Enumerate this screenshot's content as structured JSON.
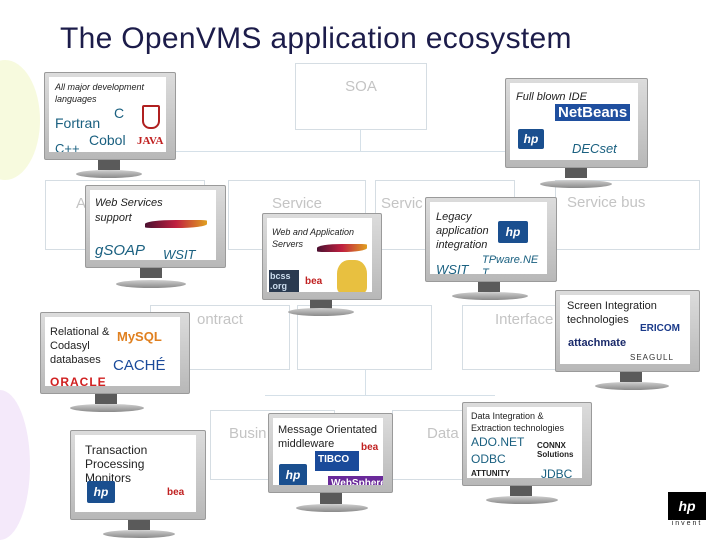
{
  "title": "The OpenVMS application ecosystem",
  "background_chart": {
    "soa": "SOA",
    "row1": [
      "A",
      "Service",
      "Servic",
      "Service bus"
    ],
    "row2": [
      "ontract",
      "Interface"
    ],
    "row3": [
      "Busin",
      "Data"
    ]
  },
  "monitors": {
    "languages": {
      "caption": "All major development languages",
      "items": [
        "C",
        "Fortran",
        "Cobol",
        "C++"
      ],
      "logo": "JAVA"
    },
    "ide": {
      "caption": "Full blown IDE",
      "logo": "NetBeans",
      "hp": "hp",
      "product": "DECset"
    },
    "web_services": {
      "caption": "Web Services support",
      "items": [
        "gSOAP",
        "WSIT"
      ]
    },
    "app_servers": {
      "caption": "Web and Application Servers",
      "logos": [
        "bcss .org",
        "bea"
      ]
    },
    "legacy": {
      "caption": "Legacy application integration",
      "hp": "hp",
      "items": [
        "WSIT",
        "TPware.NE T"
      ]
    },
    "screen": {
      "caption": "Screen Integration technologies",
      "logos": [
        "ERICOM",
        "attachmate",
        "SEAGULL"
      ]
    },
    "databases": {
      "caption": "Relational & Codasyl databases",
      "logos": [
        "MySQL",
        "CACHÉ",
        "ORACLE"
      ]
    },
    "tp": {
      "caption": "Transaction Processing Monitors",
      "hp": "hp",
      "logo": "bea"
    },
    "mom": {
      "caption": "Message Orientated middleware",
      "logos": [
        "bea",
        "TIBCO",
        "WebSphere"
      ],
      "hp": "hp"
    },
    "data": {
      "caption": "Data Integration & Extraction technologies",
      "items": [
        "ADO.NET",
        "ODBC",
        "JDBC"
      ],
      "logos": [
        "CONNX Solutions",
        "ATTUNITY"
      ]
    }
  },
  "corner_logo": {
    "mark": "hp",
    "tagline": "invent"
  }
}
